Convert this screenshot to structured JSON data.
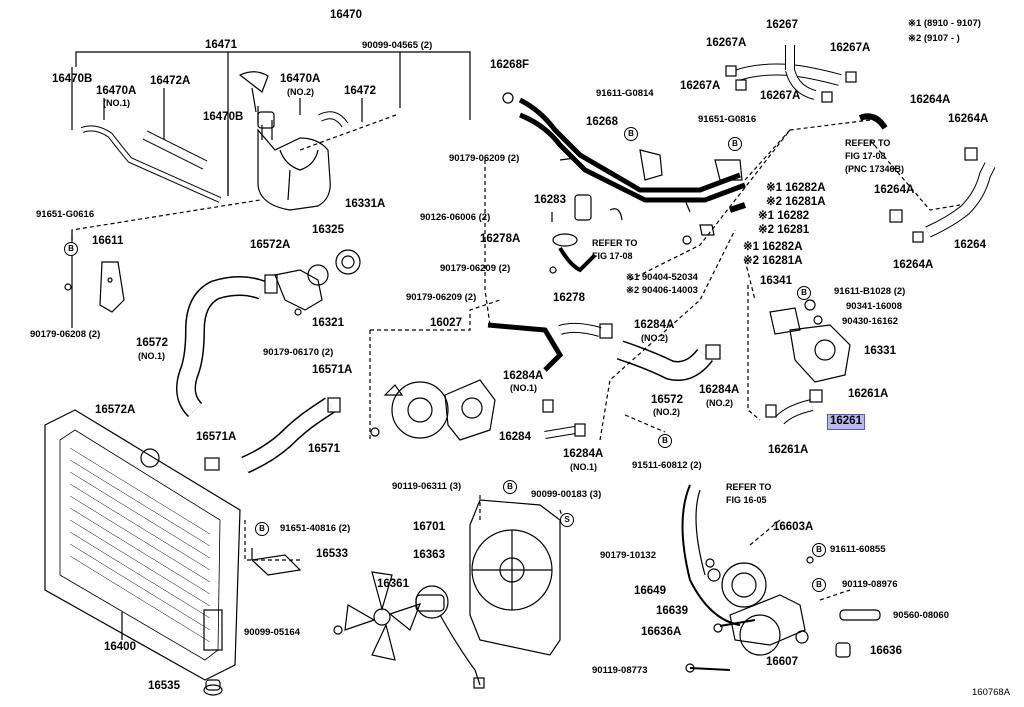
{
  "figure_code": "160768A",
  "notes": [
    "※1 (8910 - 9107)",
    "※2 (9107 -      )"
  ],
  "circle_marks": {
    "b": "B",
    "s": "S"
  },
  "refs": {
    "fig_17_08_a": "REFER TO",
    "fig_17_08_b": "FIG 17-08",
    "fig_17_08_c": "(PNC 17346B)",
    "fig_17_08b_a": "REFER TO",
    "fig_17_08b_b": "FIG 17-08",
    "fig_16_05_a": "REFER TO",
    "fig_16_05_b": "FIG 16-05"
  },
  "parts": {
    "p16470": "16470",
    "p16471": "16471",
    "p90099_04565": "90099-04565 (2)",
    "p16470B_1": "16470B",
    "p16470A_1": "16470A",
    "p16470A_1n": "(NO.1)",
    "p16472A": "16472A",
    "p16470A_2": "16470A",
    "p16470A_2n": "(NO.2)",
    "p16472": "16472",
    "p16470B_2": "16470B",
    "p91651_G0616": "91651-G0616",
    "p16611": "16611",
    "p90179_06208": "90179-06208 (2)",
    "p16572A_1": "16572A",
    "p16325": "16325",
    "p16331A": "16331A",
    "p16321": "16321",
    "p90179_06170": "90179-06170 (2)",
    "p16572_1": "16572",
    "p16572_1n": "(NO.1)",
    "p16571A_1": "16571A",
    "p16572A_2": "16572A",
    "p16571A_2": "16571A",
    "p16571": "16571",
    "p16268F": "16268F",
    "p91611_G0814": "91611-G0814",
    "p16268": "16268",
    "p90179_06209_a": "90179-06209 (2)",
    "p16283": "16283",
    "p90126_06006": "90126-06006 (2)",
    "p16278A": "16278A",
    "p90179_06209_b": "90179-06209 (2)",
    "p90179_06209_c": "90179-06209 (2)",
    "p16278": "16278",
    "p16027": "16027",
    "p16284A_1": "16284A",
    "p16284A_1n": "(NO.2)",
    "p16284A_2": "16284A",
    "p16284A_2n": "(NO.1)",
    "p16284": "16284",
    "p16284A_3": "16284A",
    "p16284A_3n": "(NO.1)",
    "p16572_2": "16572",
    "p16572_2n": "(NO.2)",
    "p16284A_4": "16284A",
    "p16284A_4n": "(NO.2)",
    "p91511_60812": "91511-60812 (2)",
    "p16267": "16267",
    "p16267A_1": "16267A",
    "p16267A_2": "16267A",
    "p16267A_3": "16267A",
    "p16267A_4": "16267A",
    "p91651_G0816": "91651-G0816",
    "p16264A_1": "16264A",
    "p16264A_2": "16264A",
    "p16264A_3": "16264A",
    "p16264A_4": "16264A",
    "p16264": "16264",
    "p16282A_1": "※1 16282A",
    "p16281A_1": "※2 16281A",
    "p16282": "※1 16282",
    "p16281": "※2 16281",
    "p16282A_2": "※1 16282A",
    "p16281A_2": "※2 16281A",
    "p90404_52034": "※1 90404-52034",
    "p90406_14003": "※2 90406-14003",
    "p16341": "16341",
    "p91611_B1028": "91611-B1028 (2)",
    "p90341_16008": "90341-16008",
    "p90430_16162": "90430-16162",
    "p16331": "16331",
    "p16261A_1": "16261A",
    "p16261": "16261",
    "p16261A_2": "16261A",
    "p90119_06311": "90119-06311 (3)",
    "p90099_00183": "90099-00183 (3)",
    "p16701": "16701",
    "p91651_40816": "91651-40816 (2)",
    "p16533": "16533",
    "p16400": "16400",
    "p16535": "16535",
    "p16363": "16363",
    "p16361": "16361",
    "p90099_05164": "90099-05164",
    "p16603A": "16603A",
    "p90179_10132": "90179-10132",
    "p91611_60855": "91611-60855",
    "p16649": "16649",
    "p90119_08976": "90119-08976",
    "p16639": "16639",
    "p90560_08060": "90560-08060",
    "p16636A": "16636A",
    "p16636": "16636",
    "p90119_08773": "90119-08773",
    "p16607": "16607"
  }
}
